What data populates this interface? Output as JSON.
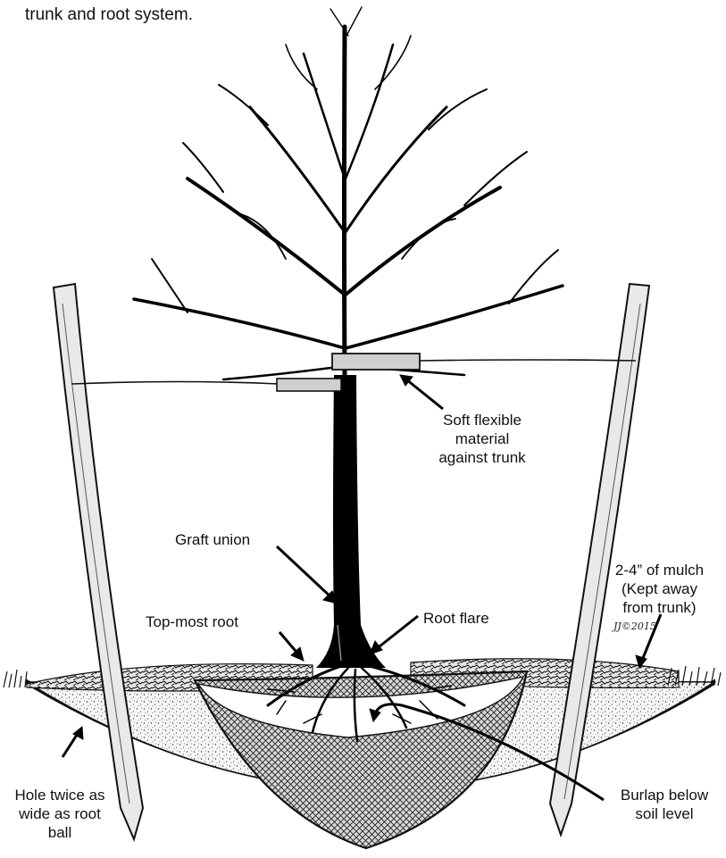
{
  "caption": "trunk and root system.",
  "labels": {
    "soft_material": [
      "Soft flexible",
      "material",
      "against trunk"
    ],
    "mulch": [
      "2-4” of mulch",
      "(Kept away",
      "from trunk)"
    ],
    "graft_union": "Graft union",
    "top_root": "Top-most root",
    "root_flare": "Root flare",
    "hole": [
      "Hole twice as",
      "wide as root",
      "ball"
    ],
    "burlap": [
      "Burlap below",
      "soil level"
    ]
  },
  "signature": "JJ©2015",
  "colors": {
    "ink": "#111111",
    "paper": "#ffffff",
    "soil": "#f4f4f4"
  }
}
